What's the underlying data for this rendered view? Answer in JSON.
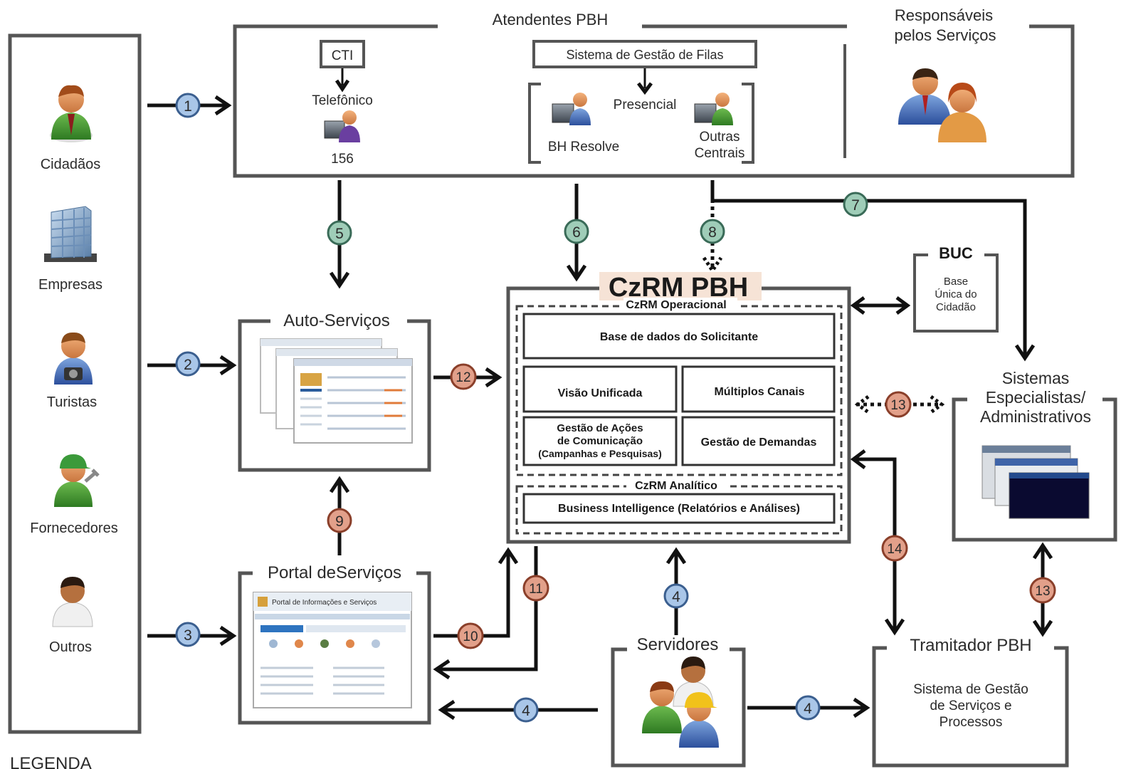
{
  "actors": [
    "Cidadãos",
    "Empresas",
    "Turistas",
    "Fornecedores",
    "Outros"
  ],
  "atendentes": {
    "title": "Atendentes PBH",
    "cti": "CTI",
    "telefonico": "Telefônico",
    "num156": "156",
    "sistema_filas": "Sistema de Gestão de Filas",
    "presencial": "Presencial",
    "bh_resolve": "BH Resolve",
    "outras_1": "Outras",
    "outras_2": "Centrais"
  },
  "responsaveis": {
    "line1": "Responsáveis",
    "line2": "pelos Serviços"
  },
  "auto_servicos": {
    "title": "Auto-Serviços"
  },
  "portal": {
    "title": "Portal deServiços",
    "header_text": "Portal de Informações e Serviços"
  },
  "czrm": {
    "title": "CzRM PBH",
    "operacional": "CzRM Operacional",
    "base_dados": "Base de dados do Solicitante",
    "visao": "Visão Unificada",
    "multiplos": "Múltiplos Canais",
    "gestao_acoes_1": "Gestão de Ações",
    "gestao_acoes_2": "de Comunicação",
    "gestao_acoes_3": "(Campanhas e Pesquisas)",
    "gestao_demandas": "Gestão de Demandas",
    "analitico": "CzRM Analítico",
    "bi": "Business Intelligence (Relatórios e Análises)"
  },
  "buc": {
    "title": "BUC",
    "line1": "Base",
    "line2": "Única do",
    "line3": "Cidadão"
  },
  "sistemas": {
    "line1": "Sistemas",
    "line2": "Especialistas/",
    "line3": "Administrativos"
  },
  "servidores": {
    "title": "Servidores"
  },
  "tramitador": {
    "title": "Tramitador PBH",
    "line1": "Sistema de Gestão",
    "line2": "de Serviços e",
    "line3": "Processos"
  },
  "legend": "LEGENDA",
  "badges": {
    "b1": "1",
    "b2": "2",
    "b3": "3",
    "b4a": "4",
    "b4b": "4",
    "b4c": "4",
    "b5": "5",
    "b6": "6",
    "b7": "7",
    "b8": "8",
    "b9": "9",
    "b10": "10",
    "b11": "11",
    "b12": "12",
    "b13a": "13",
    "b13b": "13",
    "b14": "14"
  },
  "colors": {
    "blue_badge": "#a9c6e8",
    "teal_badge": "#9fcdb8",
    "red_badge": "#e2a08a",
    "title_highlight": "#f6e3d6"
  }
}
